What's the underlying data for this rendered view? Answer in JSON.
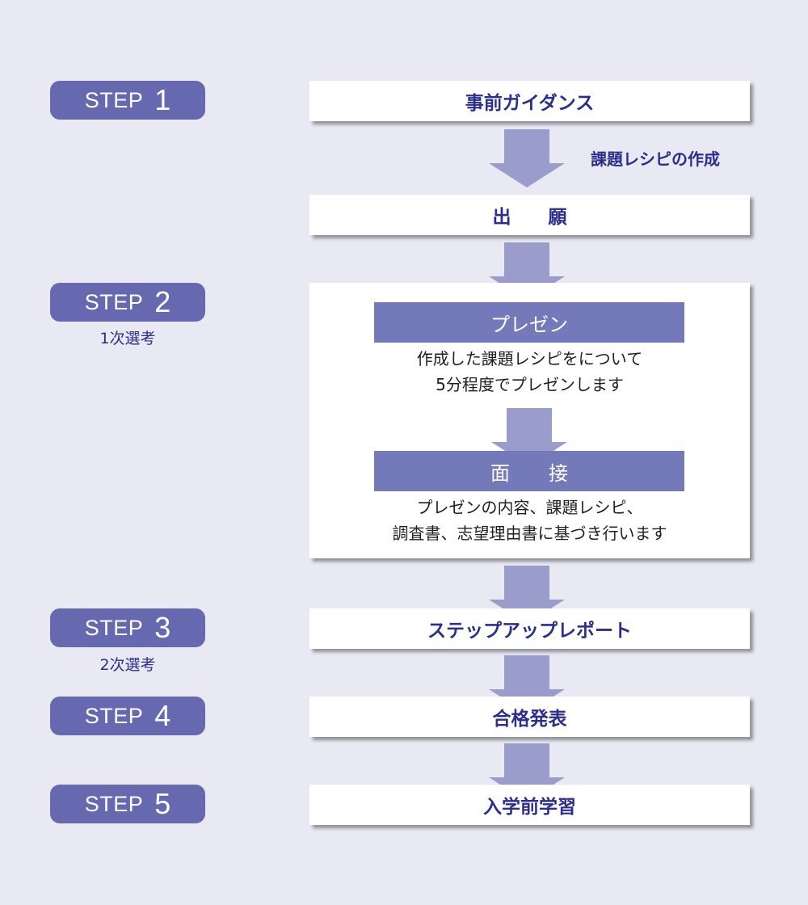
{
  "steps": [
    {
      "word": "STEP",
      "num": "1"
    },
    {
      "word": "STEP",
      "num": "2",
      "sub": "1次選考"
    },
    {
      "word": "STEP",
      "num": "3",
      "sub": "2次選考"
    },
    {
      "word": "STEP",
      "num": "4"
    },
    {
      "word": "STEP",
      "num": "5"
    }
  ],
  "boxes": {
    "guidance": "事前ガイダンス",
    "application": "出　　願",
    "stepup": "ステップアップレポート",
    "result": "合格発表",
    "prelearning": "入学前学習"
  },
  "side_note": "課題レシピの作成",
  "selection": {
    "presentation": {
      "title": "プレゼン",
      "lines": [
        "作成した課題レシピをについて",
        "5分程度でプレゼンします"
      ]
    },
    "interview": {
      "title": "面　　接",
      "lines": [
        "プレゼンの内容、課題レシピ、",
        "調査書、志望理由書に基づき行います"
      ]
    }
  },
  "colors": {
    "background": "#e9e9f4",
    "step_pill": "#6668b0",
    "subhead": "#7479ba",
    "arrow": "#9a9dcc",
    "text_accent": "#2b2e8a"
  }
}
